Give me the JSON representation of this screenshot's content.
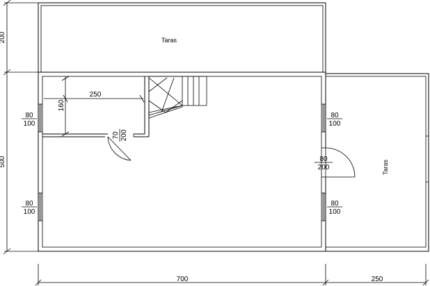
{
  "labels": {
    "terrace_top": "Taras",
    "terrace_right": "Taras"
  },
  "dimensions": {
    "total_width": "700",
    "terrace_width": "250",
    "top_terrace_depth": "200",
    "house_depth": "500",
    "room_width": "250",
    "room_depth": "160"
  },
  "windows": [
    {
      "width": "80",
      "height": "100"
    },
    {
      "width": "80",
      "height": "100"
    },
    {
      "width": "80",
      "height": "100"
    },
    {
      "width": "80",
      "height": "100"
    }
  ],
  "doors": [
    {
      "width": "70",
      "height": "200"
    },
    {
      "width": "80",
      "height": "200"
    }
  ]
}
